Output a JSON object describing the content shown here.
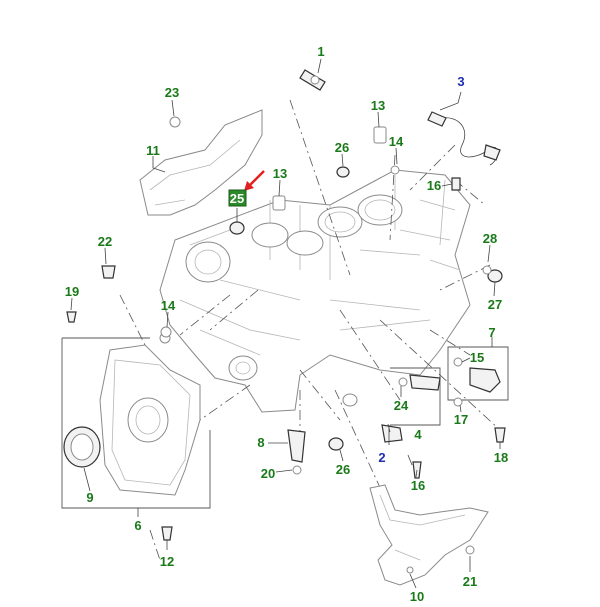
{
  "colors": {
    "callout_green": "#1a7a1a",
    "callout_blue": "#1f2fb0",
    "highlight_box": "#2a8a2a",
    "highlight_text": "#ffffff",
    "arrow": "#e02020",
    "line": "#444444"
  },
  "callouts": [
    {
      "id": "c1",
      "label": "1",
      "color": "green"
    },
    {
      "id": "c2",
      "label": "2",
      "color": "blue"
    },
    {
      "id": "c3",
      "label": "3",
      "color": "blue"
    },
    {
      "id": "c4",
      "label": "4",
      "color": "green"
    },
    {
      "id": "c6",
      "label": "6",
      "color": "green"
    },
    {
      "id": "c7",
      "label": "7",
      "color": "green"
    },
    {
      "id": "c8",
      "label": "8",
      "color": "green"
    },
    {
      "id": "c9",
      "label": "9",
      "color": "green"
    },
    {
      "id": "c10",
      "label": "10",
      "color": "green"
    },
    {
      "id": "c11",
      "label": "11",
      "color": "green"
    },
    {
      "id": "c12",
      "label": "12",
      "color": "green"
    },
    {
      "id": "c13a",
      "label": "13",
      "color": "green"
    },
    {
      "id": "c13b",
      "label": "13",
      "color": "green"
    },
    {
      "id": "c14a",
      "label": "14",
      "color": "green"
    },
    {
      "id": "c14b",
      "label": "14",
      "color": "green"
    },
    {
      "id": "c15",
      "label": "15",
      "color": "green"
    },
    {
      "id": "c16a",
      "label": "16",
      "color": "green"
    },
    {
      "id": "c16b",
      "label": "16",
      "color": "green"
    },
    {
      "id": "c17",
      "label": "17",
      "color": "green"
    },
    {
      "id": "c18",
      "label": "18",
      "color": "green"
    },
    {
      "id": "c19",
      "label": "19",
      "color": "green"
    },
    {
      "id": "c20",
      "label": "20",
      "color": "green"
    },
    {
      "id": "c21",
      "label": "21",
      "color": "green"
    },
    {
      "id": "c22",
      "label": "22",
      "color": "green"
    },
    {
      "id": "c23",
      "label": "23",
      "color": "green"
    },
    {
      "id": "c24",
      "label": "24",
      "color": "green"
    },
    {
      "id": "c25",
      "label": "25",
      "color": "highlight"
    },
    {
      "id": "c26a",
      "label": "26",
      "color": "green"
    },
    {
      "id": "c26b",
      "label": "26",
      "color": "green"
    },
    {
      "id": "c27",
      "label": "27",
      "color": "green"
    },
    {
      "id": "c28",
      "label": "28",
      "color": "green"
    }
  ]
}
